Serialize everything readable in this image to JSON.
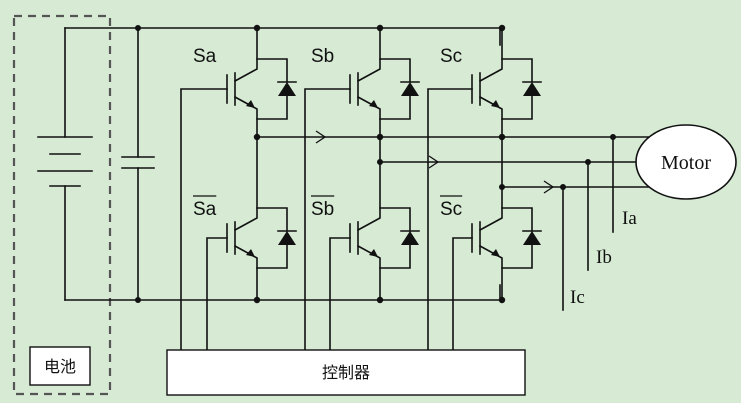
{
  "switches": {
    "upper": [
      "Sa",
      "Sb",
      "Sc"
    ],
    "lower": [
      "Sa",
      "Sb",
      "Sc"
    ]
  },
  "motor": {
    "label": "Motor"
  },
  "currents": [
    "Ia",
    "Ib",
    "Ic"
  ],
  "battery": {
    "label": "电池"
  },
  "controller": {
    "label": "控制器"
  }
}
